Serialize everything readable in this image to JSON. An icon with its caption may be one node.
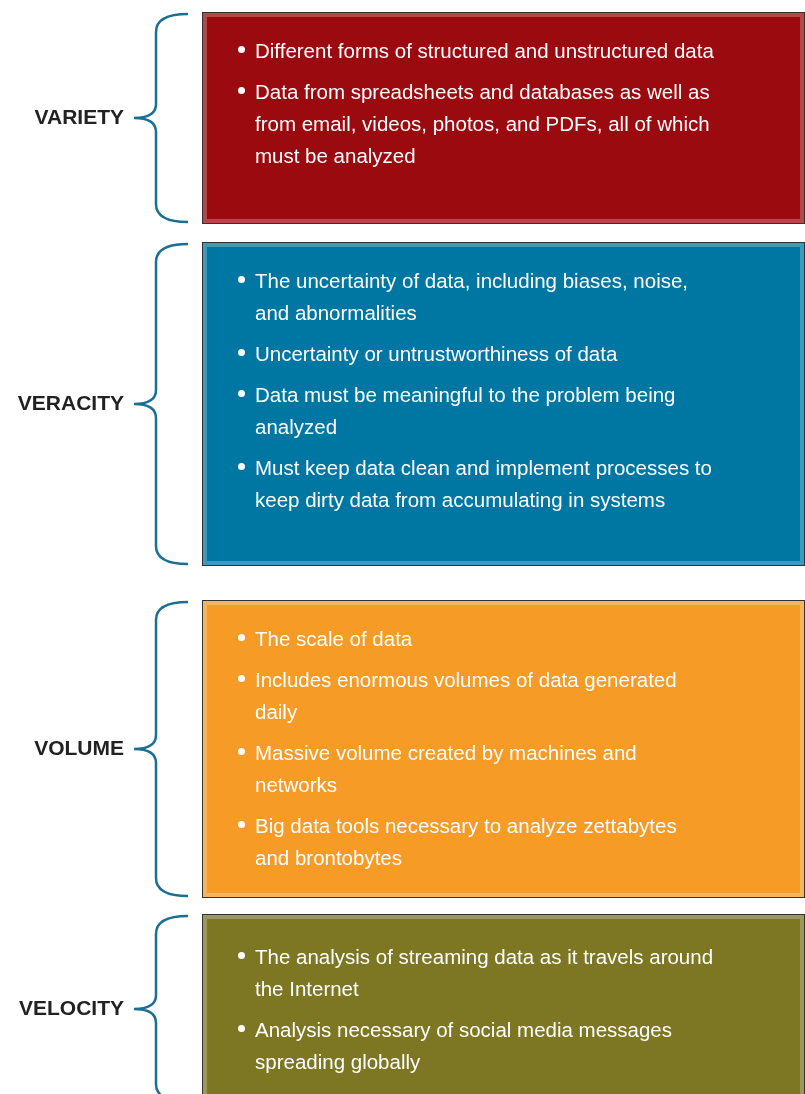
{
  "diagram": {
    "nodes": [
      {
        "text": [
          "VARIETY",
          "Different forms of structured and unstructured data",
          "Data from spreadsheets and databases as well as from email, videos, photos, and PDFs, all of which must be analyzed"
        ]
      },
      {
        "text": [
          "VERACITY",
          "The uncertainty of data, including biases, noise, and abnormalities",
          "Uncertainty or untrustworthiness of data",
          "Data must be meaningful to the problem being analyzed",
          "Must keep data clean and implement processes to keep dirty data from accumulating in systems"
        ]
      },
      {
        "text": [
          "VOLUME",
          "The scale of data",
          "Includes enormous volumes of data generated daily",
          "Massive volume created by machines and networks",
          "Big data tools necessary to analyze zettabytes and brontobytes"
        ]
      },
      {
        "text": [
          "VELOCITY",
          "The analysis of streaming data as it travels around the Internet",
          "Analysis necessary of social media messages spreading globally"
        ]
      }
    ]
  }
}
